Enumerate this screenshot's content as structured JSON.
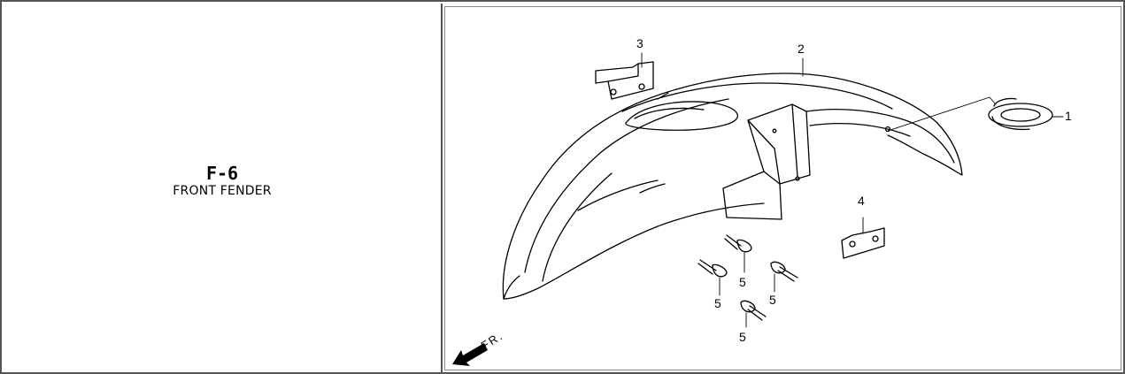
{
  "section": {
    "code": "F-6",
    "title": "FRONT FENDER"
  },
  "diagram": {
    "callouts": [
      "1",
      "2",
      "3",
      "4",
      "5",
      "5",
      "5",
      "5"
    ],
    "direction_label": "FR."
  }
}
